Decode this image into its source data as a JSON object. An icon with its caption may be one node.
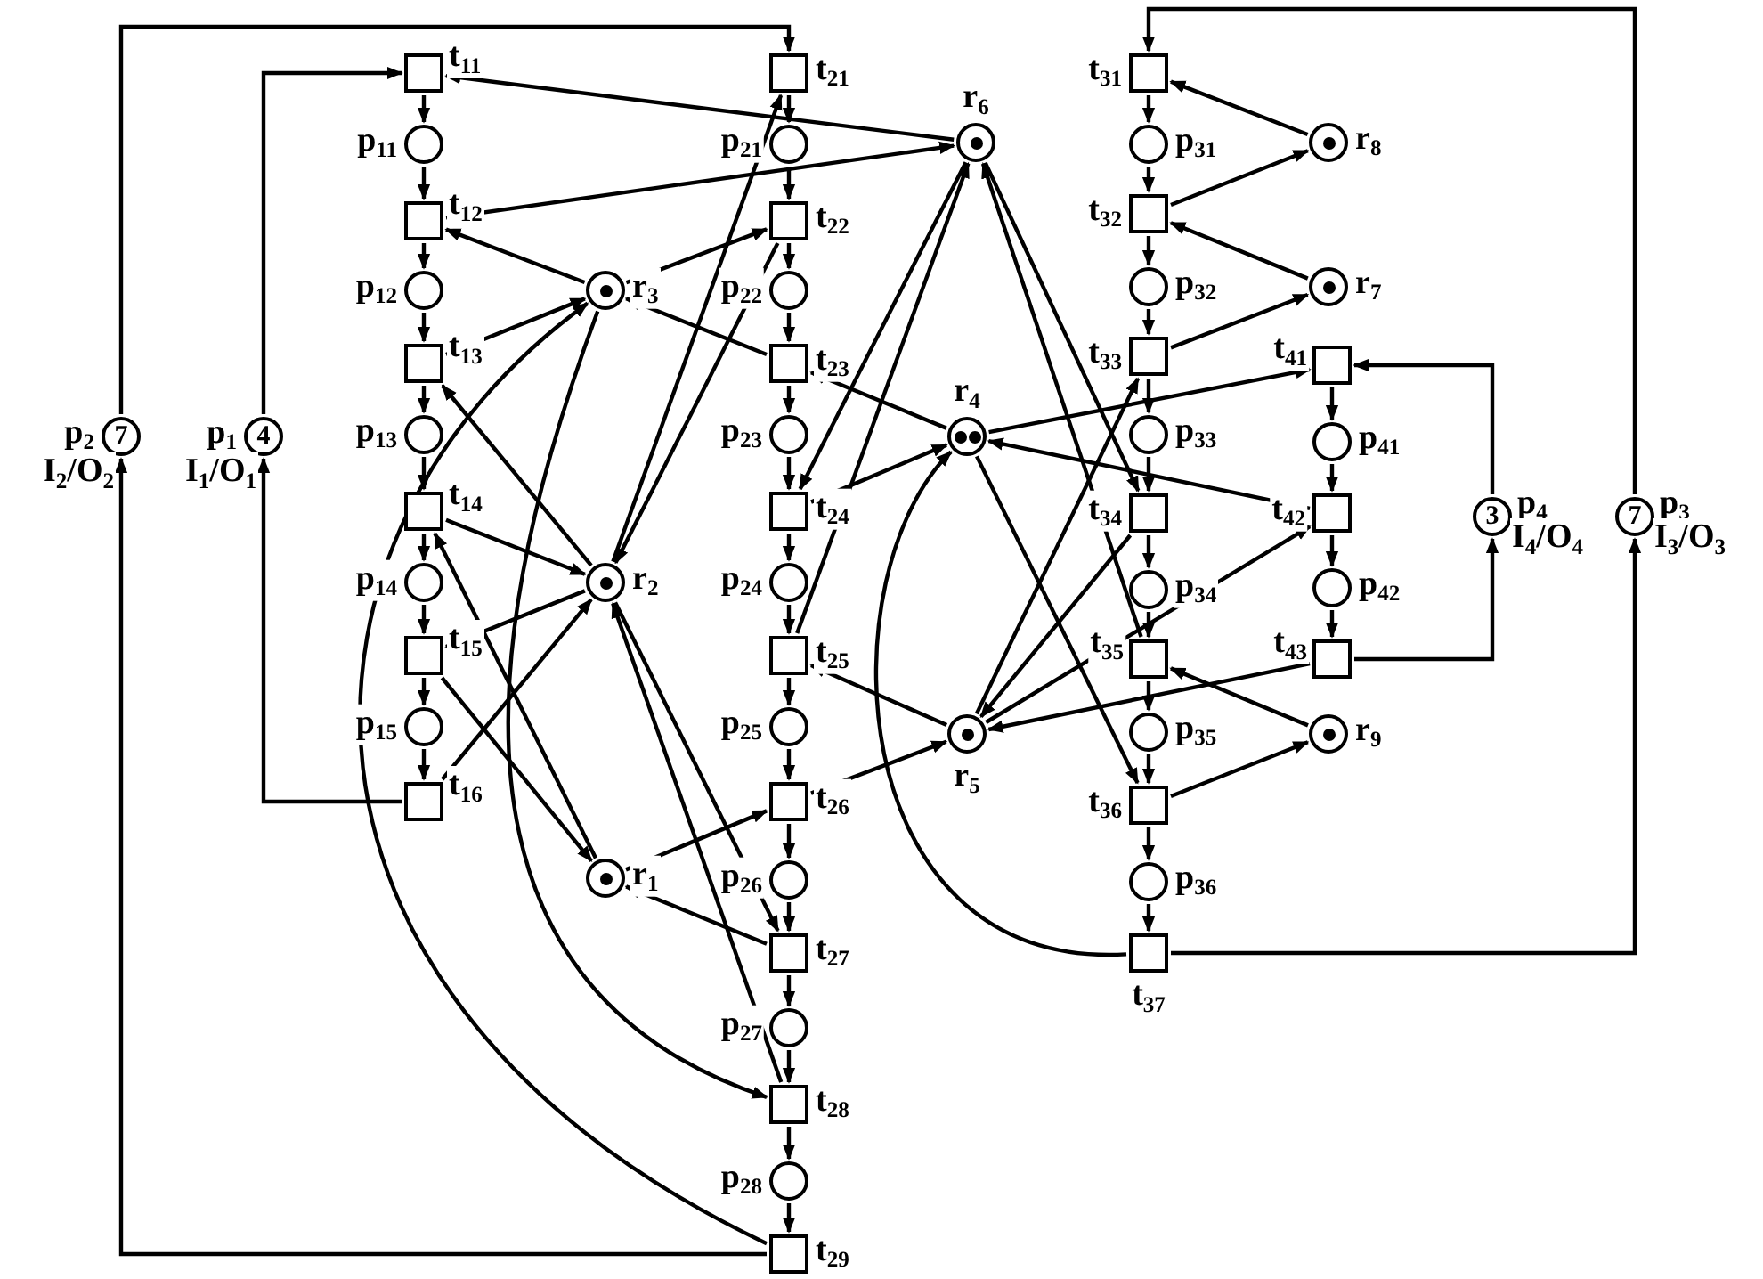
{
  "diagram": {
    "nodes": [
      {
        "text": [],
        "shape": "box",
        "beside": [
          "t$_{11}$"
        ]
      },
      {
        "text": [],
        "shape": "circle",
        "beside": [
          "p$_{11}$"
        ]
      },
      {
        "text": [],
        "shape": "box",
        "beside": [
          "t$_{12}$"
        ]
      },
      {
        "text": [],
        "shape": "circle",
        "beside": [
          "p$_{12}$"
        ]
      },
      {
        "text": [],
        "shape": "box",
        "beside": [
          "t$_{13}$"
        ]
      },
      {
        "text": [],
        "shape": "circle",
        "beside": [
          "p$_{13}$"
        ]
      },
      {
        "text": [],
        "shape": "box",
        "beside": [
          "t$_{14}$"
        ]
      },
      {
        "text": [],
        "shape": "circle",
        "beside": [
          "p$_{14}$"
        ]
      },
      {
        "text": [],
        "shape": "box",
        "beside": [
          "t$_{15}$"
        ]
      },
      {
        "text": [],
        "shape": "circle",
        "beside": [
          "p$_{15}$"
        ]
      },
      {
        "text": [],
        "shape": "box",
        "beside": [
          "t$_{16}$"
        ]
      },
      {
        "text": [],
        "shape": "box",
        "beside": [
          "t$_{21}$"
        ]
      },
      {
        "text": [],
        "shape": "circle",
        "beside": [
          "p$_{21}$"
        ]
      },
      {
        "text": [],
        "shape": "box",
        "beside": [
          "t$_{22}$"
        ]
      },
      {
        "text": [],
        "shape": "circle",
        "beside": [
          "p$_{22}$"
        ]
      },
      {
        "text": [],
        "shape": "box",
        "beside": [
          "t$_{23}$"
        ]
      },
      {
        "text": [],
        "shape": "circle",
        "beside": [
          "p$_{23}$"
        ]
      },
      {
        "text": [],
        "shape": "box",
        "beside": [
          "t$_{24}$"
        ]
      },
      {
        "text": [],
        "shape": "circle",
        "beside": [
          "p$_{24}$"
        ]
      },
      {
        "text": [],
        "shape": "box",
        "beside": [
          "t$_{25}$"
        ]
      },
      {
        "text": [],
        "shape": "circle",
        "beside": [
          "p$_{25}$"
        ]
      },
      {
        "text": [],
        "shape": "box",
        "beside": [
          "t$_{26}$"
        ]
      },
      {
        "text": [],
        "shape": "circle",
        "beside": [
          "p$_{26}$"
        ]
      },
      {
        "text": [],
        "shape": "box",
        "beside": [
          "t$_{27}$"
        ]
      },
      {
        "text": [],
        "shape": "circle",
        "beside": [
          "p$_{27}$"
        ]
      },
      {
        "text": [],
        "shape": "box",
        "beside": [
          "t$_{28}$"
        ]
      },
      {
        "text": [],
        "shape": "circle",
        "beside": [
          "p$_{28}$"
        ]
      },
      {
        "text": [],
        "shape": "box",
        "beside": [
          "t$_{29}$"
        ]
      },
      {
        "text": [],
        "shape": "box",
        "beside": [
          "t$_{31}$"
        ]
      },
      {
        "text": [],
        "shape": "circle",
        "beside": [
          "p$_{31}$"
        ]
      },
      {
        "text": [],
        "shape": "box",
        "beside": [
          "t$_{32}$"
        ]
      },
      {
        "text": [],
        "shape": "circle",
        "beside": [
          "p$_{32}$"
        ]
      },
      {
        "text": [],
        "shape": "box",
        "beside": [
          "t$_{33}$"
        ]
      },
      {
        "text": [],
        "shape": "circle",
        "beside": [
          "p$_{33}$"
        ]
      },
      {
        "text": [],
        "shape": "box",
        "beside": [
          "t$_{34}$"
        ]
      },
      {
        "text": [],
        "shape": "circle",
        "beside": [
          "p$_{34}$"
        ]
      },
      {
        "text": [],
        "shape": "box",
        "beside": [
          "t$_{35}$"
        ]
      },
      {
        "text": [],
        "shape": "circle",
        "beside": [
          "p$_{35}$"
        ]
      },
      {
        "text": [],
        "shape": "box",
        "beside": [
          "t$_{36}$"
        ]
      },
      {
        "text": [],
        "shape": "circle",
        "beside": [
          "p$_{36}$"
        ]
      },
      {
        "text": [],
        "shape": "box",
        "beside": [
          "t$_{37}$"
        ]
      },
      {
        "text": [],
        "shape": "box",
        "beside": [
          "t$_{41}$"
        ]
      },
      {
        "text": [],
        "shape": "circle",
        "beside": [
          "p$_{41}$"
        ]
      },
      {
        "text": [],
        "shape": "box",
        "beside": [
          "t$_{42}$"
        ]
      },
      {
        "text": [],
        "shape": "circle",
        "beside": [
          "p$_{42}$"
        ]
      },
      {
        "text": [],
        "shape": "box",
        "beside": [
          "t$_{43}$"
        ]
      },
      {
        "text": [],
        "shape": "circle",
        "beside": [
          "r$_{1}$"
        ]
      },
      {
        "text": [],
        "shape": "circle",
        "beside": [
          "r$_{2}$"
        ]
      },
      {
        "text": [],
        "shape": "circle",
        "beside": [
          "r$_{3}$"
        ]
      },
      {
        "text": [],
        "shape": "circle",
        "beside": [
          "r$_{4}$"
        ]
      },
      {
        "text": [],
        "shape": "circle",
        "beside": [
          "r$_{5}$"
        ]
      },
      {
        "text": [],
        "shape": "circle",
        "beside": [
          "r$_{6}$"
        ]
      },
      {
        "text": [],
        "shape": "circle",
        "beside": [
          "r$_{7}$"
        ]
      },
      {
        "text": [],
        "shape": "circle",
        "beside": [
          "r$_{8}$"
        ]
      },
      {
        "text": [],
        "shape": "circle",
        "beside": [
          "r$_{9}$"
        ]
      },
      {
        "text": [
          "4"
        ],
        "beside": [
          "p$_{1}$",
          "I$_{1}$/O$_{1}$"
        ]
      },
      {
        "text": [
          "7"
        ],
        "beside": [
          "p$_{2}$",
          "I$_{2}$/O$_{2}$"
        ]
      },
      {
        "text": [
          "7"
        ],
        "beside": [
          "p$_{3}$",
          "I$_{3}$/O$_{3}$"
        ]
      },
      {
        "text": [
          "3"
        ],
        "beside": [
          "p$_{4}$",
          "I$_{4}$/O$_{4}$"
        ]
      }
    ],
    "edges": [
      {
        "from": 0,
        "to": 1,
        "arrow": "to"
      },
      {
        "from": 1,
        "to": 2,
        "arrow": "to"
      },
      {
        "from": 2,
        "to": 3,
        "arrow": "to"
      },
      {
        "from": 3,
        "to": 4,
        "arrow": "to"
      },
      {
        "from": 4,
        "to": 5,
        "arrow": "to"
      },
      {
        "from": 5,
        "to": 6,
        "arrow": "to"
      },
      {
        "from": 6,
        "to": 7,
        "arrow": "to"
      },
      {
        "from": 7,
        "to": 8,
        "arrow": "to"
      },
      {
        "from": 8,
        "to": 9,
        "arrow": "to"
      },
      {
        "from": 9,
        "to": 10,
        "arrow": "to"
      },
      {
        "from": 10,
        "to": 55,
        "arrow": "to"
      },
      {
        "from": 55,
        "to": 0,
        "arrow": "to"
      },
      {
        "from": 11,
        "to": 12,
        "arrow": "to"
      },
      {
        "from": 12,
        "to": 13,
        "arrow": "to"
      },
      {
        "from": 13,
        "to": 14,
        "arrow": "to"
      },
      {
        "from": 14,
        "to": 15,
        "arrow": "to"
      },
      {
        "from": 15,
        "to": 16,
        "arrow": "to"
      },
      {
        "from": 16,
        "to": 17,
        "arrow": "to"
      },
      {
        "from": 17,
        "to": 18,
        "arrow": "to"
      },
      {
        "from": 18,
        "to": 19,
        "arrow": "to"
      },
      {
        "from": 19,
        "to": 20,
        "arrow": "to"
      },
      {
        "from": 20,
        "to": 21,
        "arrow": "to"
      },
      {
        "from": 21,
        "to": 22,
        "arrow": "to"
      },
      {
        "from": 22,
        "to": 23,
        "arrow": "to"
      },
      {
        "from": 23,
        "to": 24,
        "arrow": "to"
      },
      {
        "from": 24,
        "to": 25,
        "arrow": "to"
      },
      {
        "from": 25,
        "to": 26,
        "arrow": "to"
      },
      {
        "from": 26,
        "to": 27,
        "arrow": "to"
      },
      {
        "from": 27,
        "to": 56,
        "arrow": "to"
      },
      {
        "from": 56,
        "to": 11,
        "arrow": "to"
      },
      {
        "from": 28,
        "to": 29,
        "arrow": "to"
      },
      {
        "from": 29,
        "to": 30,
        "arrow": "to"
      },
      {
        "from": 30,
        "to": 31,
        "arrow": "to"
      },
      {
        "from": 31,
        "to": 32,
        "arrow": "to"
      },
      {
        "from": 32,
        "to": 33,
        "arrow": "to"
      },
      {
        "from": 33,
        "to": 34,
        "arrow": "to"
      },
      {
        "from": 34,
        "to": 35,
        "arrow": "to"
      },
      {
        "from": 35,
        "to": 36,
        "arrow": "to"
      },
      {
        "from": 36,
        "to": 37,
        "arrow": "to"
      },
      {
        "from": 37,
        "to": 38,
        "arrow": "to"
      },
      {
        "from": 38,
        "to": 39,
        "arrow": "to"
      },
      {
        "from": 39,
        "to": 40,
        "arrow": "to"
      },
      {
        "from": 40,
        "to": 57,
        "arrow": "to"
      },
      {
        "from": 57,
        "to": 28,
        "arrow": "to"
      },
      {
        "from": 41,
        "to": 42,
        "arrow": "to"
      },
      {
        "from": 42,
        "to": 43,
        "arrow": "to"
      },
      {
        "from": 43,
        "to": 44,
        "arrow": "to"
      },
      {
        "from": 44,
        "to": 45,
        "arrow": "to"
      },
      {
        "from": 45,
        "to": 58,
        "arrow": "to"
      },
      {
        "from": 58,
        "to": 41,
        "arrow": "to"
      },
      {
        "from": 51,
        "to": 0,
        "arrow": "to"
      },
      {
        "from": 2,
        "to": 51,
        "arrow": "to"
      },
      {
        "from": 48,
        "to": 2,
        "arrow": "to"
      },
      {
        "from": 4,
        "to": 48,
        "arrow": "to"
      },
      {
        "from": 47,
        "to": 4,
        "arrow": "to"
      },
      {
        "from": 6,
        "to": 47,
        "arrow": "to"
      },
      {
        "from": 46,
        "to": 6,
        "arrow": "to"
      },
      {
        "from": 8,
        "to": 46,
        "arrow": "to"
      },
      {
        "from": 47,
        "to": 8,
        "arrow": "to"
      },
      {
        "from": 10,
        "to": 47,
        "arrow": "to"
      },
      {
        "from": 47,
        "to": 11,
        "arrow": "to"
      },
      {
        "from": 13,
        "to": 47,
        "arrow": "to"
      },
      {
        "from": 48,
        "to": 13,
        "arrow": "to"
      },
      {
        "from": 15,
        "to": 48,
        "arrow": "to"
      },
      {
        "from": 49,
        "to": 15,
        "arrow": "to"
      },
      {
        "from": 17,
        "to": 49,
        "arrow": "to"
      },
      {
        "from": 51,
        "to": 17,
        "arrow": "to"
      },
      {
        "from": 19,
        "to": 51,
        "arrow": "to"
      },
      {
        "from": 50,
        "to": 19,
        "arrow": "to"
      },
      {
        "from": 21,
        "to": 50,
        "arrow": "to"
      },
      {
        "from": 46,
        "to": 21,
        "arrow": "to"
      },
      {
        "from": 23,
        "to": 46,
        "arrow": "to"
      },
      {
        "from": 47,
        "to": 23,
        "arrow": "to"
      },
      {
        "from": 25,
        "to": 47,
        "arrow": "to"
      },
      {
        "from": 48,
        "to": 25,
        "arrow": "to"
      },
      {
        "from": 27,
        "to": 48,
        "arrow": "to"
      },
      {
        "from": 53,
        "to": 28,
        "arrow": "to"
      },
      {
        "from": 30,
        "to": 53,
        "arrow": "to"
      },
      {
        "from": 52,
        "to": 30,
        "arrow": "to"
      },
      {
        "from": 32,
        "to": 52,
        "arrow": "to"
      },
      {
        "from": 50,
        "to": 32,
        "arrow": "to"
      },
      {
        "from": 34,
        "to": 50,
        "arrow": "to"
      },
      {
        "from": 51,
        "to": 34,
        "arrow": "to"
      },
      {
        "from": 36,
        "to": 51,
        "arrow": "to"
      },
      {
        "from": 54,
        "to": 36,
        "arrow": "to"
      },
      {
        "from": 38,
        "to": 54,
        "arrow": "to"
      },
      {
        "from": 49,
        "to": 38,
        "arrow": "to"
      },
      {
        "from": 40,
        "to": 49,
        "arrow": "to"
      },
      {
        "from": 49,
        "to": 41,
        "arrow": "to"
      },
      {
        "from": 43,
        "to": 49,
        "arrow": "to"
      },
      {
        "from": 50,
        "to": 43,
        "arrow": "to"
      },
      {
        "from": 45,
        "to": 50,
        "arrow": "to"
      }
    ]
  }
}
